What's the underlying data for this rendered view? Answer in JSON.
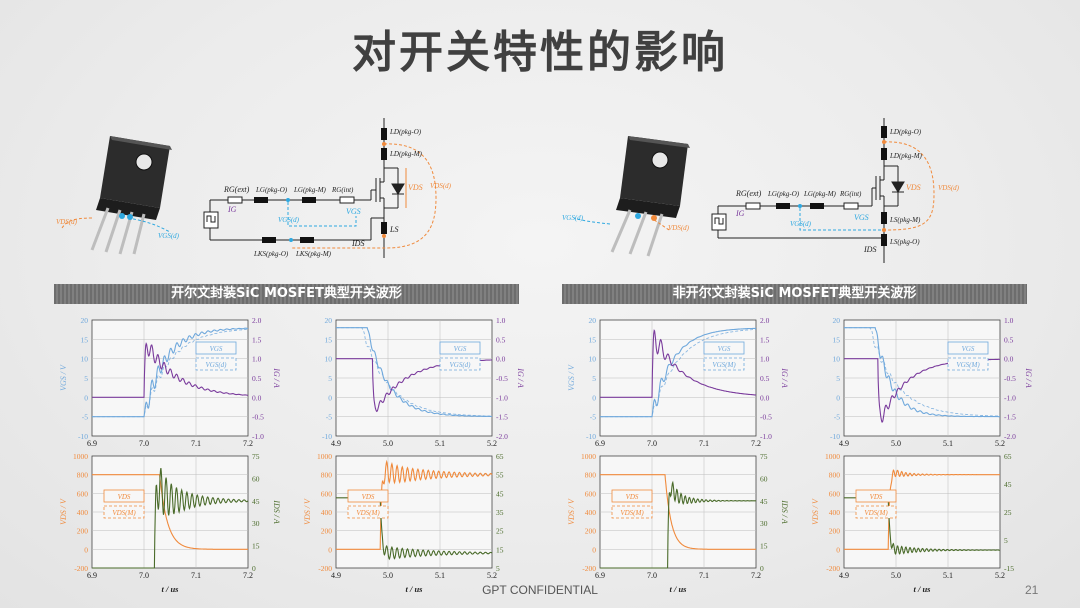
{
  "title": "对开关特性的影响",
  "footer": "GPT CONFIDENTIAL",
  "page_number": "21",
  "sections": [
    {
      "banner": "开尔文封装SiC MOSFET典型开关波形"
    },
    {
      "banner": "非开尔文封装SiC MOSFET典型开关波形"
    }
  ],
  "circuits": {
    "left": {
      "labels": {
        "rg_ext": "RG(ext)",
        "lg_pkg_o": "LG(pkg-O)",
        "lg_pkg_m": "LG(pkg-M)",
        "rg_int": "RG(int)",
        "ig": "IG",
        "vgs_d": "VGS(d)",
        "vgs": "VGS",
        "ld_pkg_o": "LD(pkg-O)",
        "ld_pkg_m": "LD(pkg-M)",
        "vds": "VDS",
        "vds_d": "VDS(d)",
        "ls": "LS",
        "ids": "IDS",
        "lks_pkg_o": "LKS(pkg-O)",
        "lks_pkg_m": "LKS(pkg-M)",
        "pkg_vds": "VDS(d)",
        "pkg_vgs": "VGS(d)"
      }
    },
    "right": {
      "labels": {
        "rg_ext": "RG(ext)",
        "lg_pkg_o": "LG(pkg-O)",
        "lg_pkg_m": "LG(pkg-M)",
        "rg_int": "RG(int)",
        "ig": "IG",
        "vgs_d": "VGS(d)",
        "vgs": "VGS",
        "ld_pkg_o": "LD(pkg-O)",
        "ld_pkg_m": "LD(pkg-M)",
        "vds": "VDS",
        "vds_d": "VDS(d)",
        "ls_pkg_m": "LS(pkg-M)",
        "ls_pkg_o": "LS(pkg-O)",
        "ids": "IDS",
        "pkg_vgs": "VGS(d)",
        "pkg_vds": "VDS(d)"
      }
    }
  },
  "chart_data": [
    {
      "id": "kelvin-on-gate",
      "type": "line",
      "xlabel": "",
      "ylabel_left": "VGS / V",
      "ylabel_right": "IG / A",
      "xlim": [
        6.9,
        7.2
      ],
      "xticks": [
        "6.9",
        "7.0",
        "7.1",
        "7.2"
      ],
      "ylim_left": [
        -10,
        20
      ],
      "yticks_left": [
        "-10",
        "-5",
        "0",
        "5",
        "10",
        "15",
        "20"
      ],
      "ylim_right": [
        -1.0,
        2.0
      ],
      "yticks_right": [
        "-1.0",
        "-0.5",
        "0.0",
        "0.5",
        "1.0",
        "1.5",
        "2.0"
      ],
      "legend": [
        "VGS",
        "VGS(d)"
      ],
      "series": [
        {
          "name": "VGS",
          "axis": "left",
          "kind": "on",
          "pre": -5,
          "post": 18,
          "t0": 7.0,
          "tau": 0.04,
          "osc_amp": 3,
          "osc_decay": 0.05,
          "osc_per": 0.012
        },
        {
          "name": "VGS(d)",
          "axis": "left",
          "kind": "on",
          "pre": -5,
          "post": 18,
          "t0": 7.0,
          "tau": 0.05,
          "osc_amp": 2,
          "osc_decay": 0.04,
          "osc_per": 0.012,
          "dashed": true
        },
        {
          "name": "IG",
          "axis": "right",
          "kind": "pulse",
          "pre": 0,
          "peak": 1.5,
          "t0": 7.0,
          "tau": 0.06,
          "osc_amp": 0.25,
          "osc_decay": 0.05,
          "osc_per": 0.012
        }
      ]
    },
    {
      "id": "kelvin-off-gate",
      "type": "line",
      "xlabel": "",
      "ylabel_left": "",
      "ylabel_right": "IG / A",
      "xlim": [
        4.9,
        5.2
      ],
      "xticks": [
        "4.9",
        "5.0",
        "5.1",
        "5.2"
      ],
      "ylim_left": [
        -10,
        20
      ],
      "yticks_left": [
        "-10",
        "-5",
        "0",
        "5",
        "10",
        "15",
        "20"
      ],
      "ylim_right": [
        -2.0,
        1.0
      ],
      "yticks_right": [
        "-2.0",
        "-1.5",
        "-1.0",
        "-0.5",
        "0.0",
        "0.5",
        "1.0"
      ],
      "legend": [
        "VGS",
        "VGS(d)"
      ],
      "series": [
        {
          "name": "VGS",
          "axis": "left",
          "kind": "off",
          "pre": 18,
          "post": -5,
          "t0": 4.96,
          "tau": 0.04,
          "osc_amp": 1,
          "osc_decay": 0.06,
          "osc_per": 0.012
        },
        {
          "name": "VGS(d)",
          "axis": "left",
          "kind": "off",
          "pre": 18,
          "post": -5,
          "t0": 4.95,
          "tau": 0.05,
          "osc_amp": 1,
          "osc_decay": 0.05,
          "osc_per": 0.012,
          "dashed": true
        },
        {
          "name": "IG",
          "axis": "right",
          "kind": "pulse",
          "pre": 0,
          "peak": -1.5,
          "t0": 4.97,
          "tau": 0.06,
          "osc_amp": 0.1,
          "osc_decay": 0.05,
          "osc_per": 0.012
        }
      ]
    },
    {
      "id": "kelvin-on-drain",
      "type": "line",
      "xlabel": "t / us",
      "ylabel_left": "VDS / V",
      "ylabel_right": "IDS / A",
      "xlim": [
        6.9,
        7.2
      ],
      "xticks": [
        "6.9",
        "7.0",
        "7.1",
        "7.2"
      ],
      "ylim_left": [
        -200,
        1000
      ],
      "yticks_left": [
        "-200",
        "0",
        "200",
        "400",
        "600",
        "800",
        "1000"
      ],
      "ylim_right": [
        0,
        75
      ],
      "yticks_right": [
        "0",
        "15",
        "30",
        "45",
        "60",
        "75"
      ],
      "legend": [
        "VDS",
        "VDS(M)"
      ],
      "series": [
        {
          "name": "VDS",
          "axis": "left",
          "kind": "off",
          "pre": 800,
          "post": 0,
          "t0": 7.03,
          "tau": 0.015,
          "osc_amp": 0,
          "osc_decay": 0.05,
          "osc_per": 0.01
        },
        {
          "name": "IDS",
          "axis": "right",
          "kind": "on",
          "pre": 0,
          "post": 45,
          "t0": 7.02,
          "tau": 0.003,
          "osc_amp": 20,
          "osc_decay": 0.05,
          "osc_per": 0.01,
          "overshoot": 27
        }
      ]
    },
    {
      "id": "kelvin-off-drain",
      "type": "line",
      "xlabel": "t / us",
      "ylabel_left": "VDS / V",
      "ylabel_right": "",
      "xlim": [
        4.9,
        5.2
      ],
      "xticks": [
        "4.9",
        "5.0",
        "5.1",
        "5.2"
      ],
      "ylim_left": [
        -200,
        1000
      ],
      "yticks_left": [
        "-200",
        "0",
        "200",
        "400",
        "600",
        "800",
        "1000"
      ],
      "ylim_right": [
        0,
        75
      ],
      "yticks_right": [
        "5",
        "15",
        "25",
        "35",
        "45",
        "55",
        "65"
      ],
      "legend": [
        "VDS",
        "VDS(M)"
      ],
      "series": [
        {
          "name": "VDS",
          "axis": "left",
          "kind": "on",
          "pre": 0,
          "post": 800,
          "t0": 4.985,
          "tau": 0.003,
          "osc_amp": 130,
          "osc_decay": 0.09,
          "osc_per": 0.01,
          "overshoot": 150
        },
        {
          "name": "IDS",
          "axis": "right",
          "kind": "off",
          "pre": 47,
          "post": 10,
          "t0": 4.985,
          "tau": 0.003,
          "osc_amp": 5,
          "osc_decay": 0.09,
          "osc_per": 0.01
        }
      ]
    },
    {
      "id": "nonkelvin-on-gate",
      "type": "line",
      "xlabel": "",
      "ylabel_left": "VGS / V",
      "ylabel_right": "IG / A",
      "xlim": [
        6.9,
        7.2
      ],
      "xticks": [
        "6.9",
        "7.0",
        "7.1",
        "7.2"
      ],
      "ylim_left": [
        -10,
        20
      ],
      "yticks_left": [
        "-10",
        "-5",
        "0",
        "5",
        "10",
        "15",
        "20"
      ],
      "ylim_right": [
        -1.0,
        2.0
      ],
      "yticks_right": [
        "-1.0",
        "-0.5",
        "0.0",
        "0.5",
        "1.0",
        "1.5",
        "2.0"
      ],
      "legend": [
        "VGS",
        "VGS(M)"
      ],
      "series": [
        {
          "name": "VGS",
          "axis": "left",
          "kind": "on",
          "pre": -5,
          "post": 18,
          "t0": 7.0,
          "tau": 0.04,
          "osc_amp": 4,
          "osc_decay": 0.02,
          "osc_per": 0.014
        },
        {
          "name": "VGS(M)",
          "axis": "left",
          "kind": "on",
          "pre": -5,
          "post": 18,
          "t0": 7.0,
          "tau": 0.05,
          "osc_amp": 2,
          "osc_decay": 0.02,
          "osc_per": 0.014,
          "dashed": true
        },
        {
          "name": "IG",
          "axis": "right",
          "kind": "pulse",
          "pre": 0,
          "peak": 1.7,
          "t0": 7.0,
          "tau": 0.06,
          "osc_amp": 0.5,
          "osc_decay": 0.02,
          "osc_per": 0.014
        }
      ]
    },
    {
      "id": "nonkelvin-off-gate",
      "type": "line",
      "xlabel": "",
      "ylabel_left": "",
      "ylabel_right": "IG / A",
      "xlim": [
        4.9,
        5.2
      ],
      "xticks": [
        "4.9",
        "5.0",
        "5.1",
        "5.2"
      ],
      "ylim_left": [
        -10,
        20
      ],
      "yticks_left": [
        "-10",
        "-5",
        "0",
        "5",
        "10",
        "15",
        "20"
      ],
      "ylim_right": [
        -2.0,
        1.0
      ],
      "yticks_right": [
        "-2.0",
        "-1.5",
        "-1.0",
        "-0.5",
        "0.0",
        "0.5",
        "1.0"
      ],
      "legend": [
        "VGS",
        "VGS(M)"
      ],
      "series": [
        {
          "name": "VGS",
          "axis": "left",
          "kind": "off",
          "pre": 18,
          "post": -5,
          "t0": 4.96,
          "tau": 0.03,
          "osc_amp": 2,
          "osc_decay": 0.04,
          "osc_per": 0.012
        },
        {
          "name": "VGS(M)",
          "axis": "left",
          "kind": "off",
          "pre": 18,
          "post": -5,
          "t0": 4.95,
          "tau": 0.05,
          "osc_amp": 1.5,
          "osc_decay": 0.04,
          "osc_per": 0.012,
          "dashed": true
        },
        {
          "name": "IG",
          "axis": "right",
          "kind": "pulse",
          "pre": 0,
          "peak": -1.8,
          "t0": 4.965,
          "tau": 0.05,
          "osc_amp": 0.2,
          "osc_decay": 0.03,
          "osc_per": 0.012
        }
      ]
    },
    {
      "id": "nonkelvin-on-drain",
      "type": "line",
      "xlabel": "t / us",
      "ylabel_left": "VDS / V",
      "ylabel_right": "IDS / A",
      "xlim": [
        6.9,
        7.2
      ],
      "xticks": [
        "6.9",
        "7.0",
        "7.1",
        "7.2"
      ],
      "ylim_left": [
        -200,
        1000
      ],
      "yticks_left": [
        "-200",
        "0",
        "200",
        "400",
        "600",
        "800",
        "1000"
      ],
      "ylim_right": [
        0,
        75
      ],
      "yticks_right": [
        "0",
        "15",
        "30",
        "45",
        "60",
        "75"
      ],
      "legend": [
        "VDS",
        "VDS(M)"
      ],
      "series": [
        {
          "name": "VDS",
          "axis": "left",
          "kind": "off",
          "pre": 800,
          "post": 0,
          "t0": 7.025,
          "tau": 0.012,
          "osc_amp": 0,
          "osc_decay": 0.05,
          "osc_per": 0.01
        },
        {
          "name": "IDS",
          "axis": "right",
          "kind": "on",
          "pre": 0,
          "post": 45,
          "t0": 7.03,
          "tau": 0.002,
          "osc_amp": 8,
          "osc_decay": 0.03,
          "osc_per": 0.008,
          "overshoot": 20
        }
      ]
    },
    {
      "id": "nonkelvin-off-drain",
      "type": "line",
      "xlabel": "t / us",
      "ylabel_left": "VDS / V",
      "ylabel_right": "",
      "xlim": [
        4.9,
        5.2
      ],
      "xticks": [
        "4.9",
        "5.0",
        "5.1",
        "5.2"
      ],
      "ylim_left": [
        -200,
        1000
      ],
      "yticks_left": [
        "-200",
        "0",
        "200",
        "400",
        "600",
        "800",
        "1000"
      ],
      "ylim_right": [
        0,
        75
      ],
      "yticks_right": [
        "-15",
        "5",
        "25",
        "45",
        "65"
      ],
      "legend": [
        "VDS",
        "VDS(M)"
      ],
      "series": [
        {
          "name": "VDS",
          "axis": "left",
          "kind": "on",
          "pre": 0,
          "post": 800,
          "t0": 4.985,
          "tau": 0.003,
          "osc_amp": 60,
          "osc_decay": 0.03,
          "osc_per": 0.008,
          "overshoot": 100
        },
        {
          "name": "IDS",
          "axis": "right",
          "kind": "off",
          "pre": 47,
          "post": 12,
          "t0": 4.985,
          "tau": 0.003,
          "osc_amp": 4,
          "osc_decay": 0.05,
          "osc_per": 0.008
        }
      ]
    }
  ],
  "colors": {
    "vgs": "#6fa8dc",
    "ig": "#7a3b9c",
    "vds": "#f08a3c",
    "ids": "#4a6b2a",
    "axis_left_gate": "#6fa8dc",
    "axis_right_gate": "#7a3b9c",
    "axis_left_drain": "#f08a3c",
    "axis_right_drain": "#4a6b2a"
  }
}
